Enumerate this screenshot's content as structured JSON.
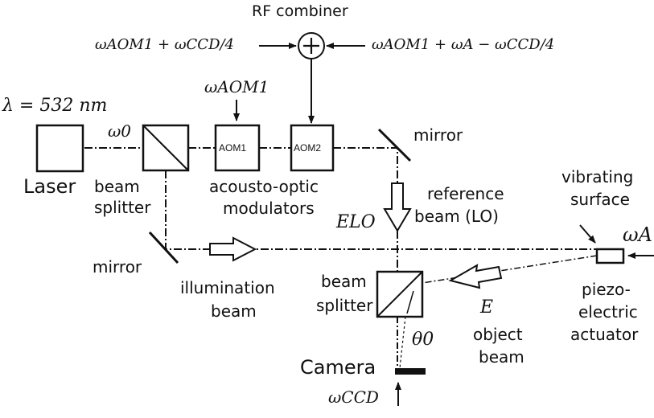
{
  "labels": {
    "rf_combiner": "RF combiner",
    "omega_left_input": "ωAOM1 + ωCCD/4",
    "omega_right_input": "ωAOM1 + ωA − ωCCD/4",
    "omega_aom1": "ωAOM1",
    "lambda": "λ = 532 nm",
    "omega0": "ω0",
    "aom1": "AOM1",
    "aom2": "AOM2",
    "mirror_top": "mirror",
    "laser": "Laser",
    "beam_splitter_top_1": "beam",
    "beam_splitter_top_2": "splitter",
    "aom_caption_1": "acousto-optic",
    "aom_caption_2": "modulators",
    "reference_beam_1": "reference",
    "reference_beam_2": "beam (LO)",
    "e_lo": "ELO",
    "vibrating_surface_1": "vibrating",
    "vibrating_surface_2": "surface",
    "omega_a": "ωA",
    "mirror_bottom": "mirror",
    "illumination_beam_1": "illumination",
    "illumination_beam_2": "beam",
    "beam_splitter_bottom_1": "beam",
    "beam_splitter_bottom_2": "splitter",
    "e_field": "E",
    "piezo_1": "piezo-",
    "piezo_2": "electric",
    "piezo_3": "actuator",
    "theta0": "θ0",
    "object_beam_1": "object",
    "object_beam_2": "beam",
    "camera": "Camera",
    "omega_ccd": "ωCCD"
  }
}
